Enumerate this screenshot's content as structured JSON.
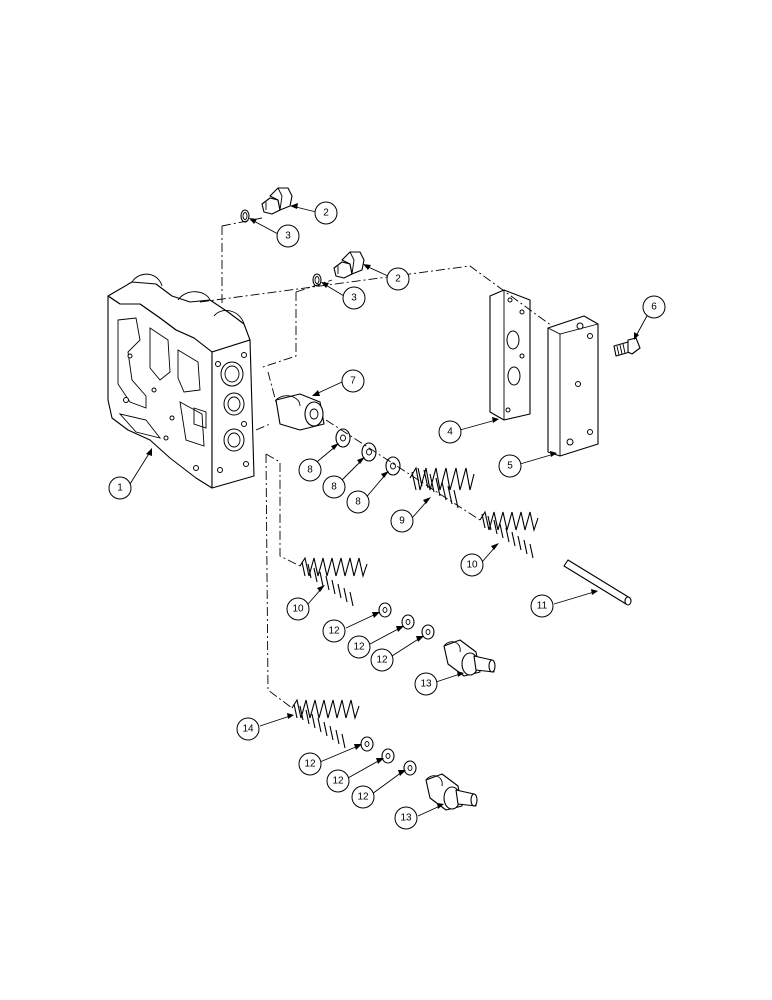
{
  "callouts": [
    {
      "id": "c1",
      "label": "1"
    },
    {
      "id": "c2a",
      "label": "2"
    },
    {
      "id": "c2b",
      "label": "2"
    },
    {
      "id": "c3a",
      "label": "3"
    },
    {
      "id": "c3b",
      "label": "3"
    },
    {
      "id": "c4",
      "label": "4"
    },
    {
      "id": "c5",
      "label": "5"
    },
    {
      "id": "c6",
      "label": "6"
    },
    {
      "id": "c7",
      "label": "7"
    },
    {
      "id": "c8a",
      "label": "8"
    },
    {
      "id": "c8b",
      "label": "8"
    },
    {
      "id": "c8c",
      "label": "8"
    },
    {
      "id": "c9",
      "label": "9"
    },
    {
      "id": "c10a",
      "label": "10"
    },
    {
      "id": "c10b",
      "label": "10"
    },
    {
      "id": "c11",
      "label": "11"
    },
    {
      "id": "c12a",
      "label": "12"
    },
    {
      "id": "c12b",
      "label": "12"
    },
    {
      "id": "c12c",
      "label": "12"
    },
    {
      "id": "c12d",
      "label": "12"
    },
    {
      "id": "c12e",
      "label": "12"
    },
    {
      "id": "c12f",
      "label": "12"
    },
    {
      "id": "c13a",
      "label": "13"
    },
    {
      "id": "c13b",
      "label": "13"
    },
    {
      "id": "c14",
      "label": "14"
    }
  ]
}
